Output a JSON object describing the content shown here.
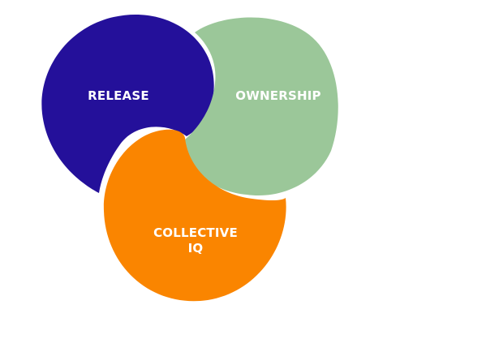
{
  "diagram": {
    "blobs": [
      {
        "id": "release",
        "label": "RELEASE",
        "color": "#24109a"
      },
      {
        "id": "ownership",
        "label": "OWNERSHIP",
        "color": "#9bc799"
      },
      {
        "id": "collective_iq",
        "label_lines": [
          "COLLECTIVE",
          "IQ"
        ],
        "color": "#fa8500"
      }
    ],
    "text_color": "#ffffff",
    "background": "#ffffff"
  }
}
